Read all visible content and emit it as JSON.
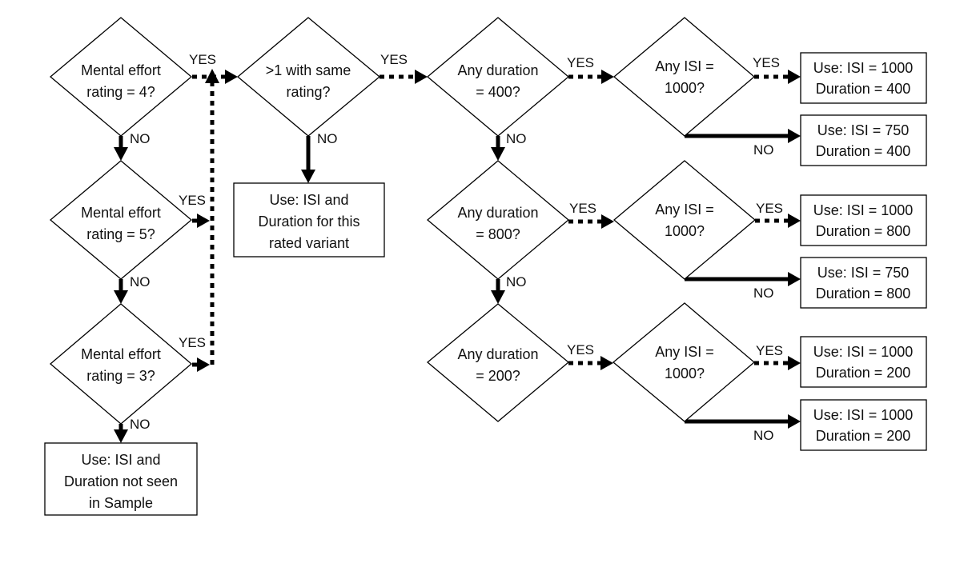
{
  "diagram": {
    "type": "flowchart",
    "decisions": [
      {
        "id": "d1",
        "lines": [
          "Mental effort",
          "rating = 4?"
        ]
      },
      {
        "id": "d2",
        "lines": [
          "Mental effort",
          "rating = 5?"
        ]
      },
      {
        "id": "d3",
        "lines": [
          "Mental effort",
          "rating = 3?"
        ]
      },
      {
        "id": "d4",
        "lines": [
          ">1 with same",
          "rating?"
        ]
      },
      {
        "id": "d5",
        "lines": [
          "Any duration",
          "= 400?"
        ]
      },
      {
        "id": "d6",
        "lines": [
          "Any duration",
          "= 800?"
        ]
      },
      {
        "id": "d7",
        "lines": [
          "Any duration",
          "= 200?"
        ]
      },
      {
        "id": "d8",
        "lines": [
          "Any ISI =",
          "1000?"
        ]
      },
      {
        "id": "d9",
        "lines": [
          "Any ISI =",
          "1000?"
        ]
      },
      {
        "id": "d10",
        "lines": [
          "Any ISI =",
          "1000?"
        ]
      }
    ],
    "outcomes": [
      {
        "id": "o1",
        "lines": [
          "Use: ISI and",
          "Duration not seen",
          "in Sample"
        ]
      },
      {
        "id": "o2",
        "lines": [
          "Use: ISI and",
          "Duration for this",
          "rated variant"
        ]
      },
      {
        "id": "o3",
        "lines": [
          "Use: ISI = 1000",
          "Duration = 400"
        ]
      },
      {
        "id": "o4",
        "lines": [
          "Use: ISI = 750",
          "Duration = 400"
        ]
      },
      {
        "id": "o5",
        "lines": [
          "Use: ISI = 1000",
          "Duration = 800"
        ]
      },
      {
        "id": "o6",
        "lines": [
          "Use: ISI = 750",
          "Duration = 800"
        ]
      },
      {
        "id": "o7",
        "lines": [
          "Use: ISI = 1000",
          "Duration = 200"
        ]
      },
      {
        "id": "o8",
        "lines": [
          "Use: ISI = 1000",
          "Duration = 200"
        ]
      }
    ],
    "edges": [
      {
        "from": "d1",
        "to": "d4",
        "label": "YES",
        "style": "dotted"
      },
      {
        "from": "d1",
        "to": "d2",
        "label": "NO",
        "style": "solid"
      },
      {
        "from": "d2",
        "to": "d4",
        "label": "YES",
        "style": "dotted"
      },
      {
        "from": "d2",
        "to": "d3",
        "label": "NO",
        "style": "solid"
      },
      {
        "from": "d3",
        "to": "d4",
        "label": "YES",
        "style": "dotted"
      },
      {
        "from": "d3",
        "to": "o1",
        "label": "NO",
        "style": "solid"
      },
      {
        "from": "d4",
        "to": "d5",
        "label": "YES",
        "style": "dotted"
      },
      {
        "from": "d4",
        "to": "o2",
        "label": "NO",
        "style": "solid"
      },
      {
        "from": "d5",
        "to": "d8",
        "label": "YES",
        "style": "dotted"
      },
      {
        "from": "d5",
        "to": "d6",
        "label": "NO",
        "style": "solid"
      },
      {
        "from": "d6",
        "to": "d9",
        "label": "YES",
        "style": "dotted"
      },
      {
        "from": "d6",
        "to": "d7",
        "label": "NO",
        "style": "solid"
      },
      {
        "from": "d7",
        "to": "d10",
        "label": "YES",
        "style": "dotted"
      },
      {
        "from": "d8",
        "to": "o3",
        "label": "YES",
        "style": "dotted"
      },
      {
        "from": "d8",
        "to": "o4",
        "label": "NO",
        "style": "solid"
      },
      {
        "from": "d9",
        "to": "o5",
        "label": "YES",
        "style": "dotted"
      },
      {
        "from": "d9",
        "to": "o6",
        "label": "NO",
        "style": "solid"
      },
      {
        "from": "d10",
        "to": "o7",
        "label": "YES",
        "style": "dotted"
      },
      {
        "from": "d10",
        "to": "o8",
        "label": "NO",
        "style": "solid"
      }
    ],
    "labels": {
      "yes": "YES",
      "no": "NO"
    }
  }
}
